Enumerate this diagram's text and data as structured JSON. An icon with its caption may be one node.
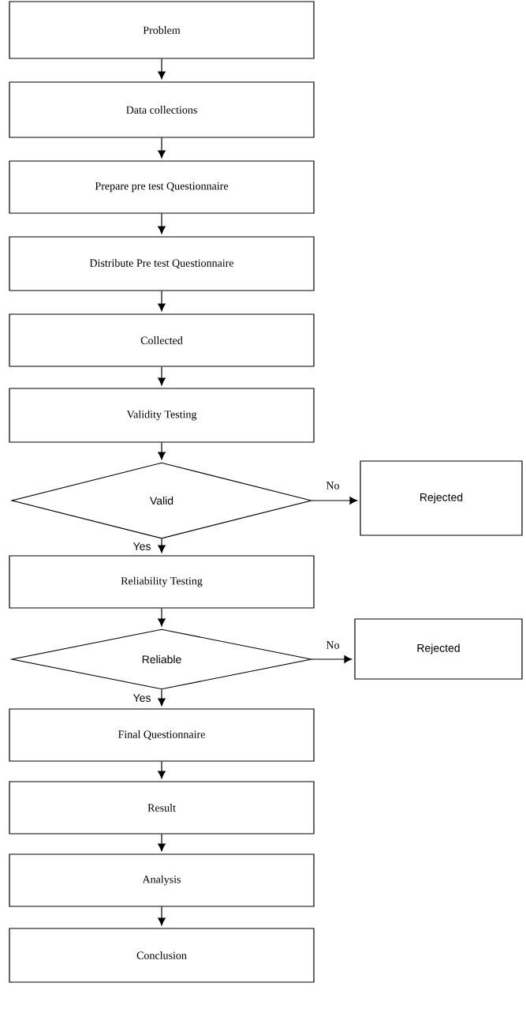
{
  "diagram": {
    "nodes": [
      {
        "text": [
          "Problem"
        ]
      },
      {
        "text": [
          "Data collections"
        ]
      },
      {
        "text": [
          "Prepare pre test Questionnaire"
        ]
      },
      {
        "text": [
          "Distribute Pre test Questionnaire"
        ]
      },
      {
        "text": [
          "Collected"
        ]
      },
      {
        "text": [
          "Validity Testing"
        ]
      },
      {
        "text": [
          "Valid"
        ]
      },
      {
        "text": [
          "Rejected"
        ]
      },
      {
        "text": [
          "Reliability Testing"
        ]
      },
      {
        "text": [
          "Reliable"
        ]
      },
      {
        "text": [
          "Rejected"
        ]
      },
      {
        "text": [
          "Final Questionnaire"
        ]
      },
      {
        "text": [
          "Result"
        ]
      },
      {
        "text": [
          "Analysis"
        ]
      },
      {
        "text": [
          "Conclusion"
        ]
      }
    ],
    "edges": [
      {
        "from": 0,
        "to": 1,
        "arrow": "to"
      },
      {
        "from": 1,
        "to": 2,
        "arrow": "to"
      },
      {
        "from": 2,
        "to": 3,
        "arrow": "to"
      },
      {
        "from": 3,
        "to": 4,
        "arrow": "to"
      },
      {
        "from": 4,
        "to": 5,
        "arrow": "to"
      },
      {
        "from": 5,
        "to": 6,
        "arrow": "to"
      },
      {
        "from": 6,
        "to": 7,
        "arrow": "to",
        "label": "No"
      },
      {
        "from": 6,
        "to": 8,
        "arrow": "to",
        "label": "Yes"
      },
      {
        "from": 8,
        "to": 9,
        "arrow": "to"
      },
      {
        "from": 9,
        "to": 10,
        "arrow": "to",
        "label": "No"
      },
      {
        "from": 9,
        "to": 11,
        "arrow": "to",
        "label": "Yes"
      },
      {
        "from": 11,
        "to": 12,
        "arrow": "to"
      },
      {
        "from": 12,
        "to": 13,
        "arrow": "to"
      },
      {
        "from": 13,
        "to": 14,
        "arrow": "to"
      }
    ]
  }
}
